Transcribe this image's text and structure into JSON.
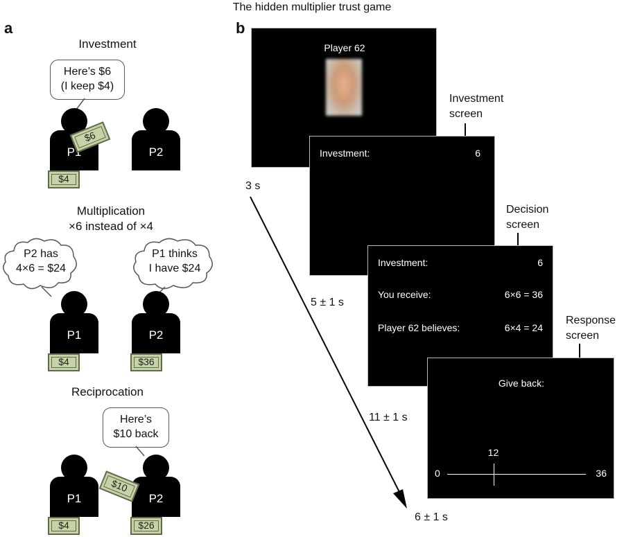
{
  "figure_title": "The hidden multiplier trust game",
  "panel_a": {
    "label": "a",
    "investment": {
      "title": "Investment",
      "speech_line1": "Here’s $6",
      "speech_line2": "(I keep $4)",
      "p1": "P1",
      "p2": "P2",
      "p1_cash": "$4",
      "sent_bill": "$6"
    },
    "multiplication": {
      "title_line1": "Multiplication",
      "title_line2": "×6 instead of ×4",
      "p1_thought_line1": "P2 has",
      "p1_thought_line2": "4×6 = $24",
      "p2_thought_line1": "P1 thinks",
      "p2_thought_line2": "I have $24",
      "p1": "P1",
      "p2": "P2",
      "p1_cash": "$4",
      "p2_cash": "$36"
    },
    "reciprocation": {
      "title": "Reciprocation",
      "speech_line1": "Here’s",
      "speech_line2": "$10 back",
      "p1": "P1",
      "p2": "P2",
      "returned_bill": "$10",
      "p1_cash": "$4",
      "p2_cash": "$26"
    }
  },
  "panel_b": {
    "label": "b",
    "screen1": {
      "player": "Player 62"
    },
    "screen2": {
      "caption_line1": "Investment",
      "caption_line2": "screen",
      "investment_label": "Investment:",
      "investment_value": "6"
    },
    "screen3": {
      "caption_line1": "Decision",
      "caption_line2": "screen",
      "investment_label": "Investment:",
      "investment_value": "6",
      "receive_label": "You receive:",
      "receive_value": "6×6 = 36",
      "believes_label": "Player 62 believes:",
      "believes_value": "6×4 = 24"
    },
    "screen4": {
      "caption_line1": "Response",
      "caption_line2": "screen",
      "give_back_label": "Give back:",
      "slider_min": "0",
      "slider_max": "36",
      "slider_value": "12"
    },
    "timings": [
      "3 s",
      "5 ± 1 s",
      "11 ± 1 s",
      "6 ± 1 s"
    ]
  }
}
